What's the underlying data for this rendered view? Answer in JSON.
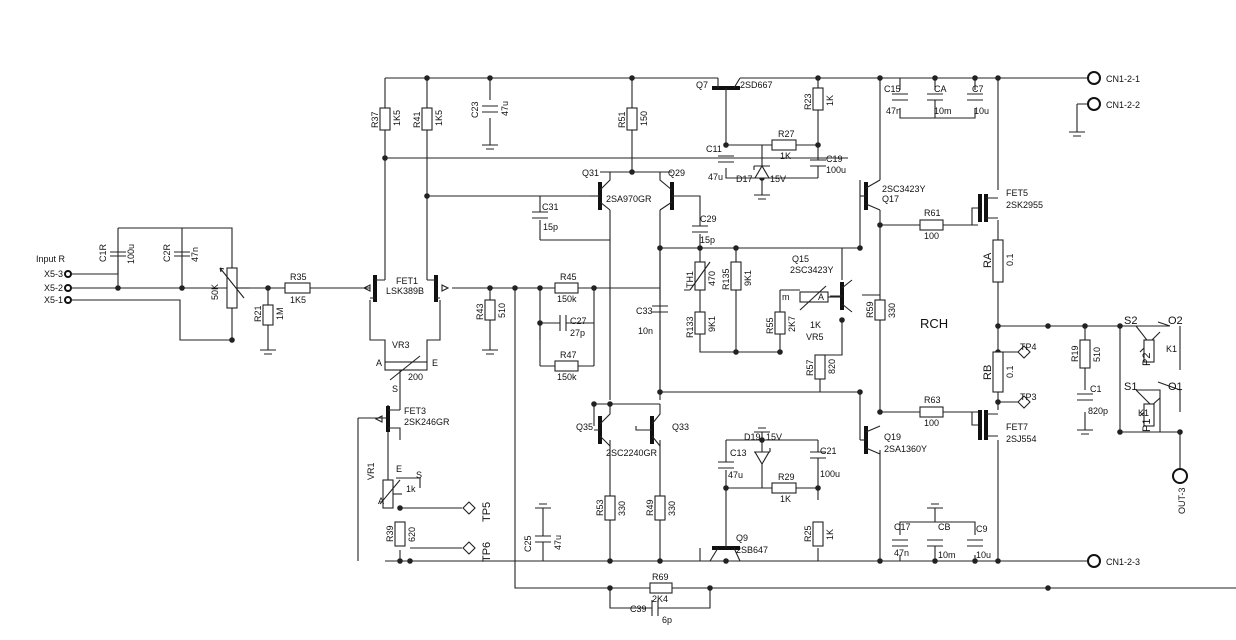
{
  "channel": "RCH",
  "input": {
    "title": "Input R",
    "pins": [
      "X5-3",
      "X5-2",
      "X5-1"
    ]
  },
  "connectors": {
    "cn1": "CN1-2-1",
    "cn2": "CN1-2-2",
    "cn3": "CN1-2-3",
    "out": "OUT-3"
  },
  "testpoints": {
    "tp3": "TP3",
    "tp4": "TP4",
    "tp5": "TP5",
    "tp6": "TP6"
  },
  "switches": {
    "s1": "S1",
    "s2": "S2",
    "o1": "O1",
    "o2": "O2",
    "p1": "P1",
    "p2": "P2",
    "k1a": "K1",
    "k1b": "K1"
  },
  "pot_pins": {
    "a": "A",
    "e": "E",
    "s": "S",
    "m": "m"
  },
  "resistors": {
    "r35": {
      "name": "R35",
      "value": "1K5"
    },
    "r21": {
      "name": "R21",
      "value": "1M"
    },
    "r37": {
      "name": "R37",
      "value": "1K5"
    },
    "r41": {
      "name": "R41",
      "value": "1K5"
    },
    "r43": {
      "name": "R43",
      "value": "510"
    },
    "r45": {
      "name": "R45",
      "value": "150k"
    },
    "r47": {
      "name": "R47",
      "value": "150k"
    },
    "r51": {
      "name": "R51",
      "value": "150"
    },
    "r53": {
      "name": "R53",
      "value": "330"
    },
    "r49": {
      "name": "R49",
      "value": "330"
    },
    "r39": {
      "name": "R39",
      "value": "620"
    },
    "r23": {
      "name": "R23",
      "value": "1K"
    },
    "r27": {
      "name": "R27",
      "value": "1K"
    },
    "r29": {
      "name": "R29",
      "value": "1K"
    },
    "r25": {
      "name": "R25",
      "value": "1K"
    },
    "r133": {
      "name": "R133",
      "value": "9K1"
    },
    "r135": {
      "name": "R135",
      "value": "9K1"
    },
    "r55": {
      "name": "R55",
      "value": "2K7"
    },
    "r57": {
      "name": "R57",
      "value": "820"
    },
    "r59": {
      "name": "R59",
      "value": "330"
    },
    "r61": {
      "name": "R61",
      "value": "100"
    },
    "r63": {
      "name": "R63",
      "value": "100"
    },
    "ra": {
      "name": "RA",
      "value": "0.1"
    },
    "rb": {
      "name": "RB",
      "value": "0.1"
    },
    "r19": {
      "name": "R19",
      "value": "510"
    },
    "r69": {
      "name": "R69",
      "value": "2K4"
    }
  },
  "capacitors": {
    "c1r": {
      "name": "C1R",
      "value": "100u"
    },
    "c2r": {
      "name": "C2R",
      "value": "47n"
    },
    "c23": {
      "name": "C23",
      "value": "47u"
    },
    "c31": {
      "name": "C31",
      "value": "15p"
    },
    "c29": {
      "name": "C29",
      "value": "15p"
    },
    "c27": {
      "name": "C27",
      "value": "27p"
    },
    "c33": {
      "name": "C33",
      "value": "10n"
    },
    "c11": {
      "name": "C11",
      "value": "47u"
    },
    "c19": {
      "name": "C19",
      "value": "100u"
    },
    "c13": {
      "name": "C13",
      "value": "47u"
    },
    "c21": {
      "name": "C21",
      "value": "100u"
    },
    "c25": {
      "name": "C25",
      "value": "47u"
    },
    "c15": {
      "name": "C15",
      "value": "47n"
    },
    "ca": {
      "name": "CA",
      "value": "10m"
    },
    "c7": {
      "name": "C7",
      "value": "10u"
    },
    "c17": {
      "name": "C17",
      "value": "47n"
    },
    "cb": {
      "name": "CB",
      "value": "10m"
    },
    "c9": {
      "name": "C9",
      "value": "10u"
    },
    "c1": {
      "name": "C1",
      "value": "820p"
    },
    "c39": {
      "name": "C39",
      "value": "6p"
    }
  },
  "pots": {
    "p50k": {
      "name": "50K"
    },
    "vr3": {
      "name": "VR3",
      "value": "200"
    },
    "vr1": {
      "name": "VR1",
      "value": "1k"
    },
    "vr5": {
      "name": "VR5",
      "value": "1K"
    }
  },
  "thermistor": {
    "name": "TH1",
    "value": "470"
  },
  "zeners": {
    "d17": {
      "name": "D17",
      "value": "15V"
    },
    "d19": {
      "name": "D19",
      "value": "15V"
    }
  },
  "semis": {
    "fet1": {
      "name": "FET1",
      "part": "LSK389B"
    },
    "fet3": {
      "name": "FET3",
      "part": "2SK246GR"
    },
    "fet5": {
      "name": "FET5",
      "part": "2SK2955"
    },
    "fet7": {
      "name": "FET7",
      "part": "2SJ554"
    },
    "q31": {
      "name": "Q31"
    },
    "q29": {
      "name": "Q29"
    },
    "q31_29_part": "2SA970GR",
    "q35": {
      "name": "Q35"
    },
    "q33": {
      "name": "Q33"
    },
    "q35_33_part": "2SC2240GR",
    "q7": {
      "name": "Q7",
      "part": "2SD667"
    },
    "q9": {
      "name": "Q9",
      "part": "2SB647"
    },
    "q17": {
      "name": "Q17",
      "part": "2SC3423Y"
    },
    "q15": {
      "name": "Q15",
      "part": "2SC3423Y"
    },
    "q19": {
      "name": "Q19",
      "part": "2SA1360Y"
    }
  }
}
